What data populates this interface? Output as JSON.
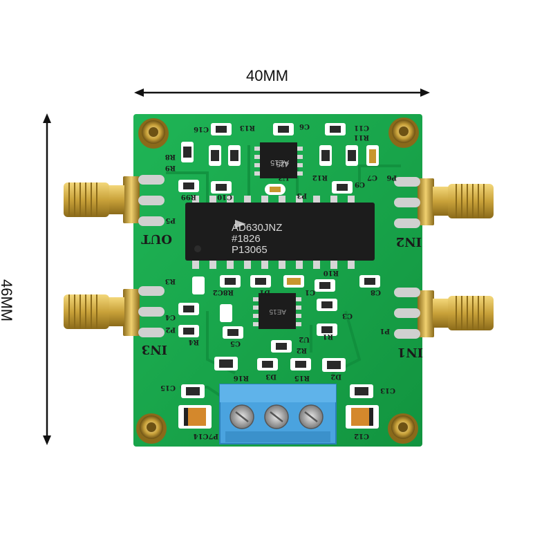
{
  "dimensions": {
    "width_label": "40MM",
    "height_label": "46MM"
  },
  "chips": {
    "main_top": "AD630JNZ",
    "main_mid": "#1826",
    "main_bot": "P13065",
    "small_top_a": "425",
    "small_top_b": "AE15",
    "small_mid": "AE15"
  },
  "connector_labels": {
    "out1": "OUT",
    "in1": "IN1",
    "in2": "IN2",
    "in3": "IN3"
  },
  "silkscreen": {
    "c16": "C16",
    "r13": "R13",
    "c6": "C6",
    "c11": "C11",
    "r11": "R11",
    "r8": "R8",
    "r9": "R9",
    "r12": "R12",
    "u3": "U3",
    "c9": "C9",
    "c7": "C7",
    "p6": "P6",
    "r99": "R99",
    "c10": "C10",
    "p3": "P3",
    "p5": "P5",
    "r3": "R3",
    "r8c2": "R8C2",
    "d1": "D1",
    "r10": "R10",
    "c1": "C1",
    "c8": "C8",
    "c4": "C4",
    "p2": "P2",
    "r4": "R4",
    "c5": "C5",
    "u2": "U2",
    "r2": "R2",
    "r1": "R1",
    "c3": "C3",
    "p1": "P1",
    "r16": "R16",
    "d3": "D3",
    "r15": "R15",
    "d2": "D2",
    "c15": "C15",
    "c13": "C13",
    "p7c14": "P7C14",
    "c12": "C12"
  },
  "colors": {
    "pcb": "#17a34a",
    "pcb_dark": "#0f7a37",
    "gold": "#c9a23a",
    "chip": "#1c1c1c",
    "terminal": "#4aa3df"
  }
}
